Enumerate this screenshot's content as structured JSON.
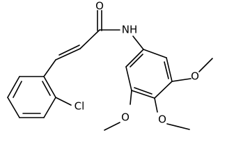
{
  "molecule": {
    "atom_labels": {
      "carbonyl_oxygen": "O",
      "amide_nitrogen": "NH",
      "chlorine": "Cl",
      "methoxy_oxygen_right": "O",
      "methoxy_oxygen_para": "O",
      "methoxy_oxygen_left": "O"
    }
  },
  "colors": {
    "bond": "#000000",
    "text": "#000000",
    "background": "#ffffff"
  }
}
